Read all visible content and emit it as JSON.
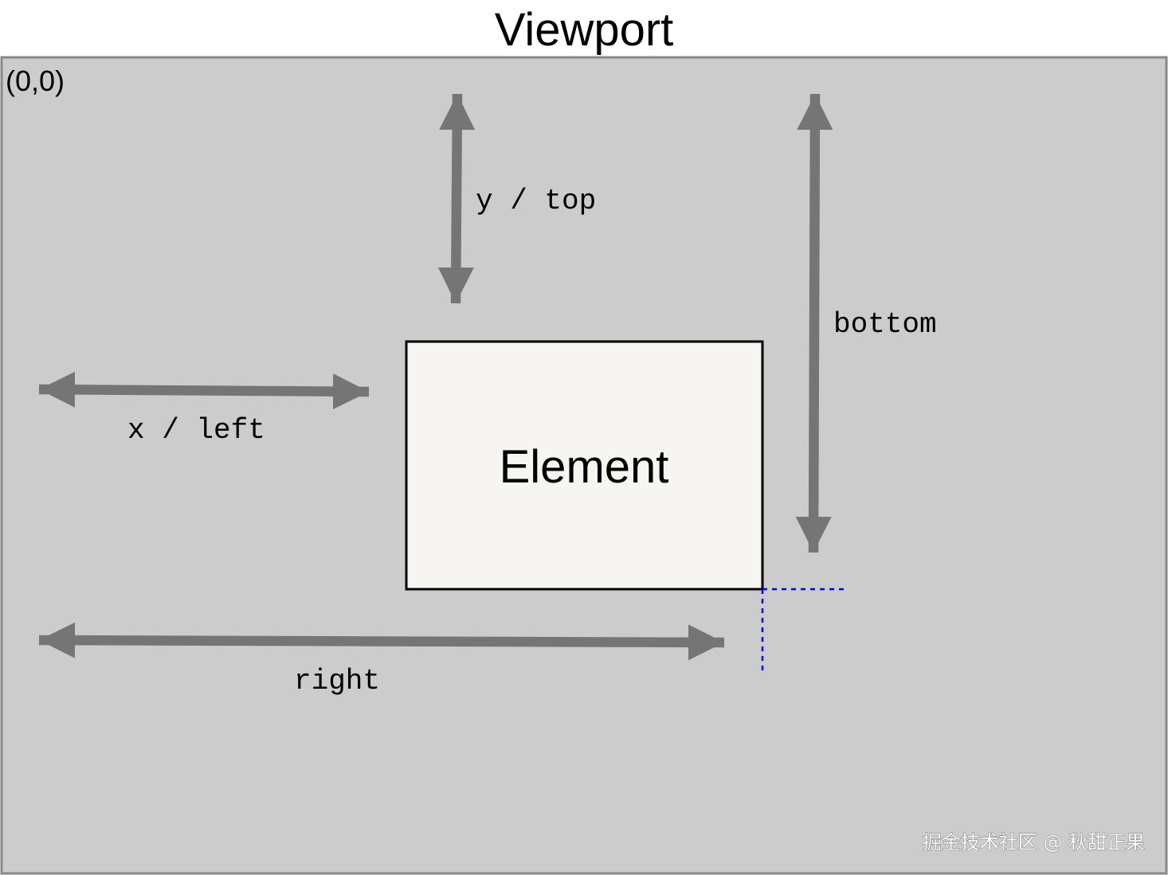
{
  "title": "Viewport",
  "origin_label": "(0,0)",
  "element_label": "Element",
  "labels": {
    "y_top": "y / top",
    "x_left": "x / left",
    "right": "right",
    "bottom": "bottom"
  },
  "watermark": "掘金技术社区 @ 秋甜正果",
  "colors": {
    "viewport_fill": "#cccccc",
    "viewport_border": "#888888",
    "element_fill": "#f7f5f2",
    "element_border": "#000000",
    "arrow": "#757575",
    "guide_dashes": "#0000dd",
    "text": "#000000"
  }
}
